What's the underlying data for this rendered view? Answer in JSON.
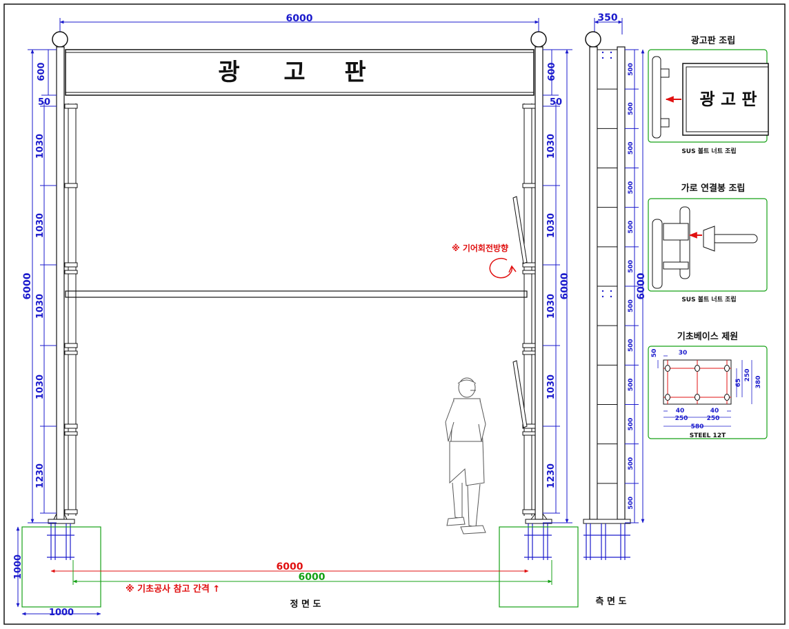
{
  "front_view": {
    "sign_text": [
      "광",
      "고",
      "판"
    ],
    "top_dim": "6000",
    "left_dims": [
      "600",
      "50",
      "1030",
      "1030",
      "1030",
      "1030",
      "1230"
    ],
    "left_total": "6000",
    "right_dims": [
      "600",
      "50",
      "1030",
      "1030",
      "1030",
      "1030",
      "1230"
    ],
    "right_total": "6000",
    "wind_note": "※ 기어회전방향",
    "bottom_red_dim": "6000",
    "bottom_green_dim": "6000",
    "foundation_note": "※ 기초공사 참고 간격 ↑",
    "foundation_w": "1000",
    "foundation_h": "1000",
    "caption": "정 면 도"
  },
  "side_view": {
    "top_dim": "350",
    "segment_dims": [
      "500",
      "500",
      "500",
      "500",
      "500",
      "500",
      "500",
      "500",
      "500",
      "500",
      "500",
      "500"
    ],
    "total": "6000",
    "caption": "측 면 도"
  },
  "details": {
    "panel1_title": "광고판 조립",
    "panel1_sign": "광 고 판",
    "panel1_caption": "SUS 볼트 너트 조립",
    "panel2_title": "가로 연결봉 조립",
    "panel2_caption": "SUS 볼트 너트 조립",
    "panel3_title": "기초베이스 제원",
    "base_dims": {
      "d50": "50",
      "d30": "30",
      "d250a": "250",
      "d65": "65",
      "d380": "380",
      "d40a": "40",
      "d40b": "40",
      "d250b": "250",
      "d250c": "250",
      "d580": "580"
    },
    "panel3_caption": "STEEL 12T"
  },
  "colors": {
    "dim": "#1a1acc",
    "red": "#e01010",
    "green": "#14a014",
    "line": "#111111"
  }
}
